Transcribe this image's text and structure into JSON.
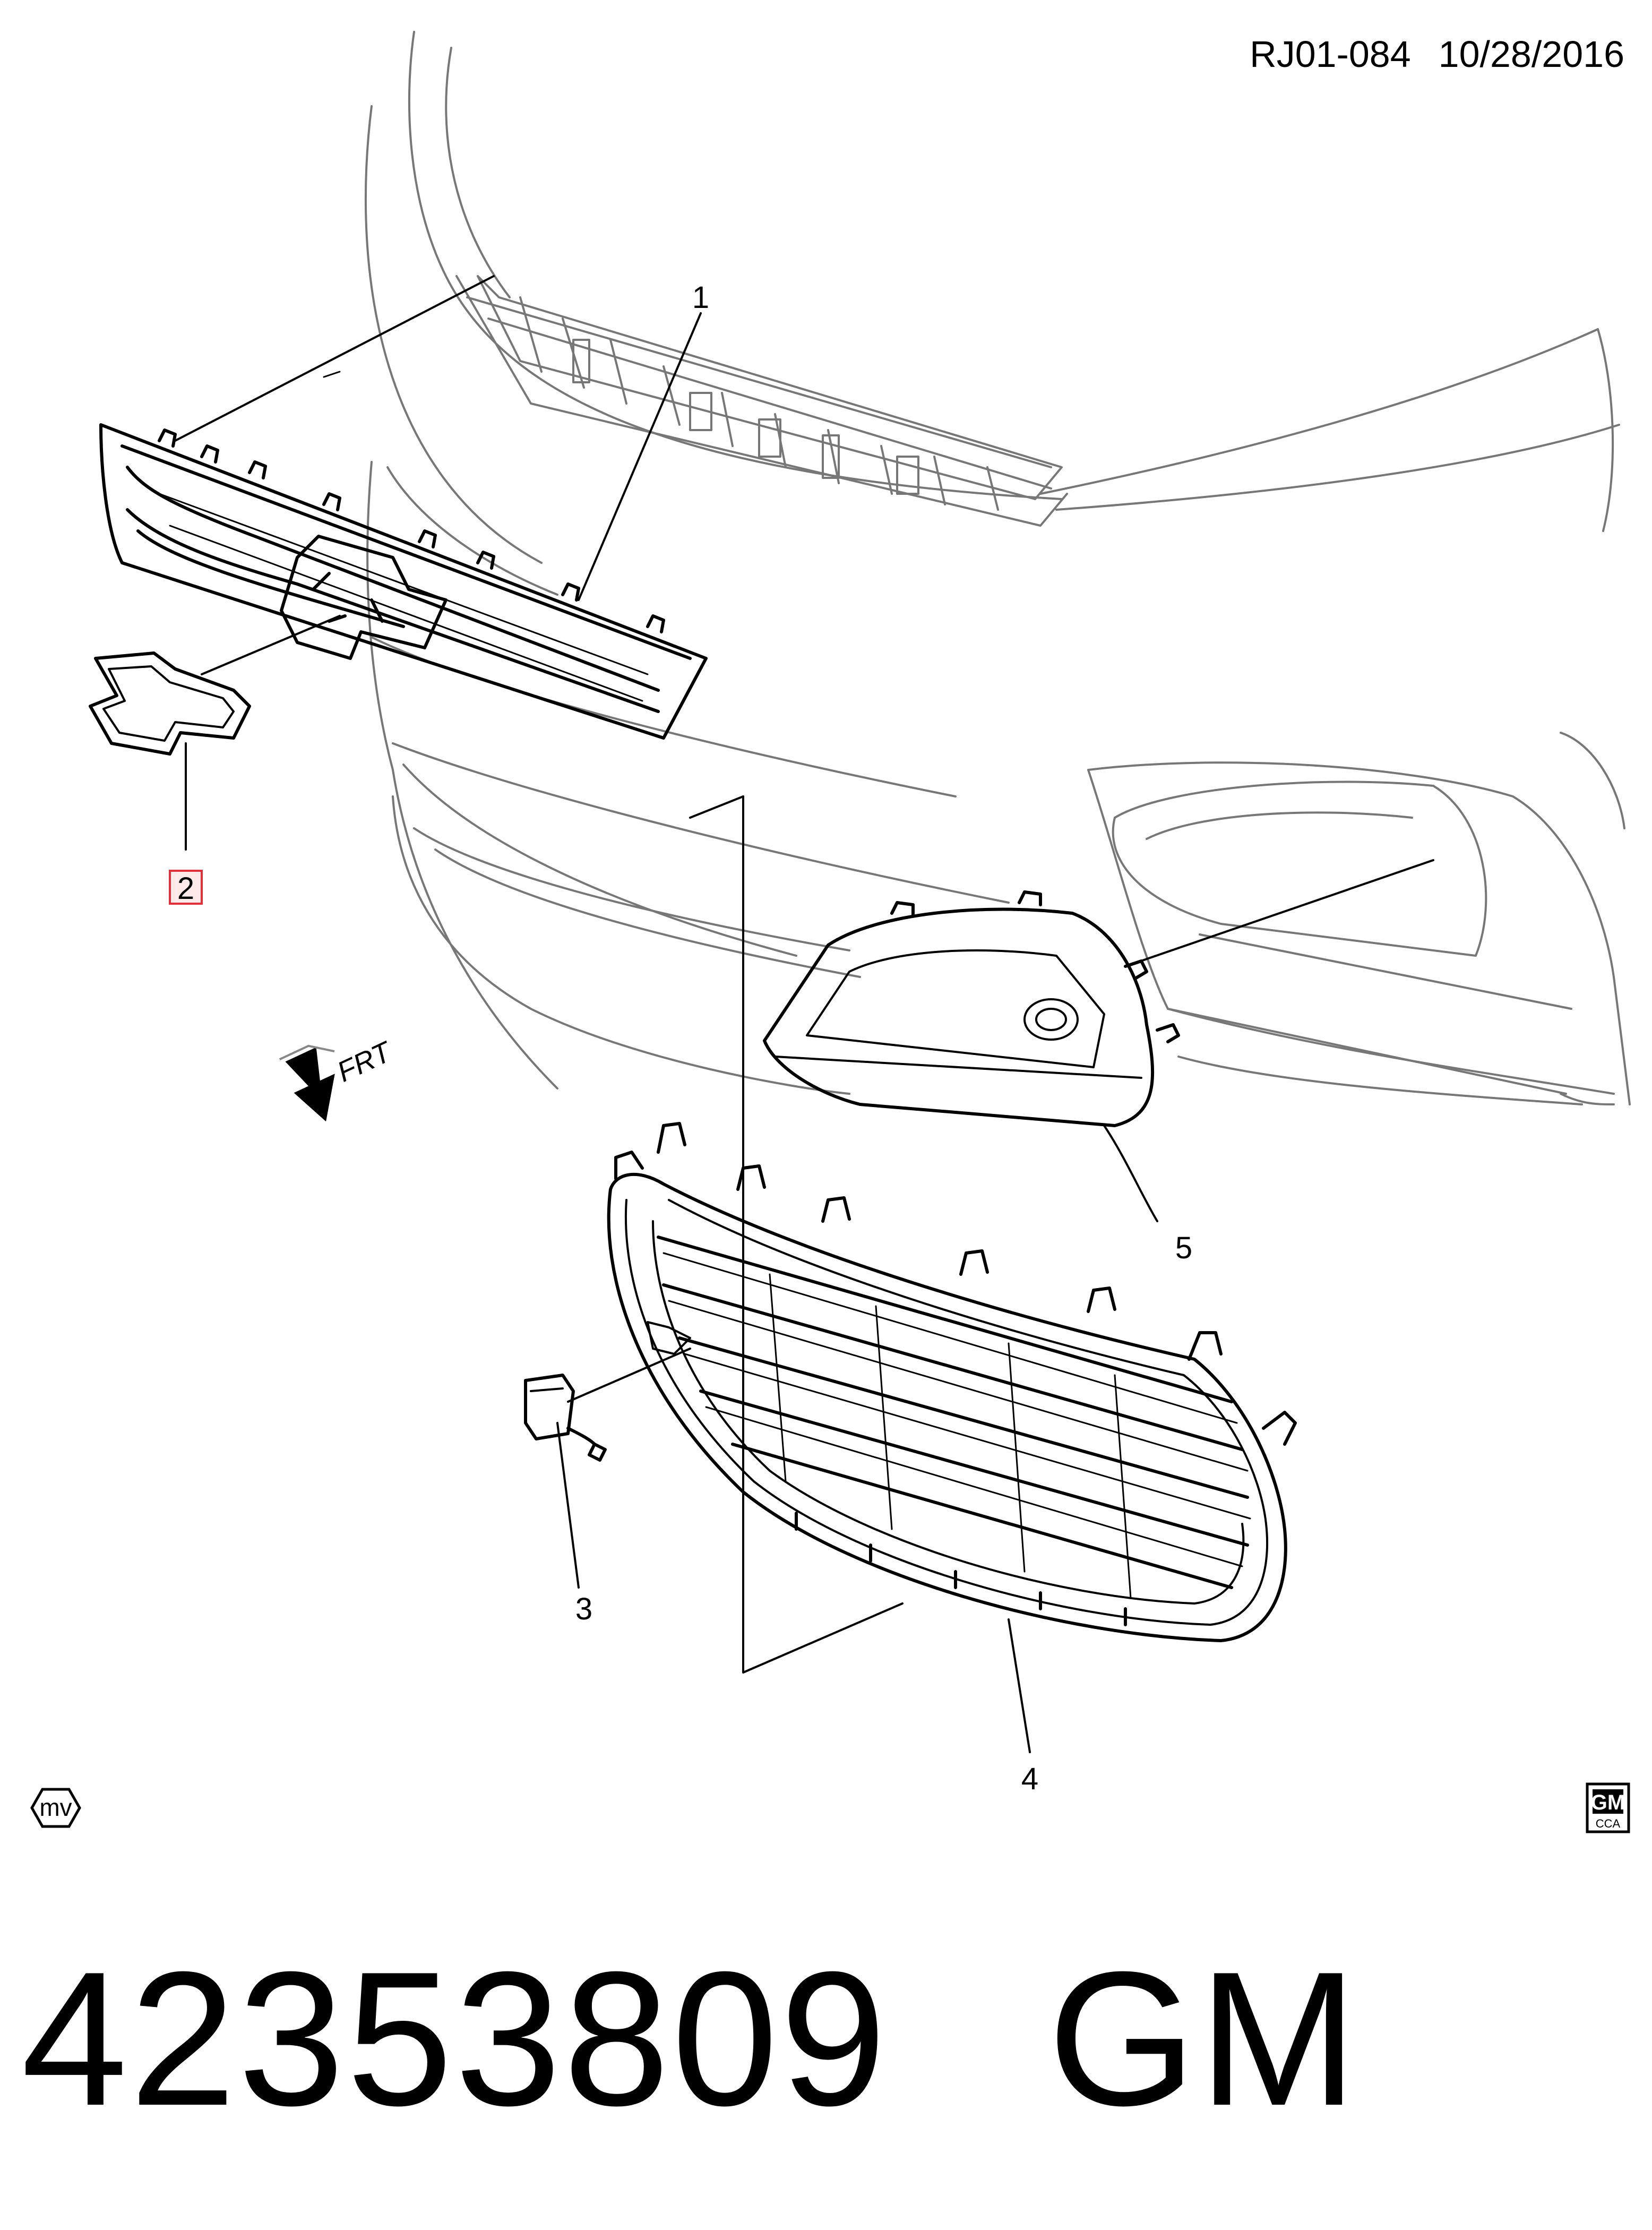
{
  "header": {
    "diagram_code": "RJ01-084",
    "date": "10/28/2016"
  },
  "callouts": [
    {
      "id": "1",
      "label": "1",
      "highlighted": false
    },
    {
      "id": "2",
      "label": "2",
      "highlighted": true
    },
    {
      "id": "3",
      "label": "3",
      "highlighted": false
    },
    {
      "id": "4",
      "label": "4",
      "highlighted": false
    },
    {
      "id": "5",
      "label": "5",
      "highlighted": false
    }
  ],
  "front_indicator": {
    "label": "FRT",
    "icon": "front-arrow-icon"
  },
  "badges": {
    "mv_label": "mv",
    "mv_icon": "mv-hexagon-icon",
    "gm_label": "GM",
    "gm_sub": "CCA",
    "gm_icon": "gm-cca-logo-icon"
  },
  "footer": {
    "part_number": "42353809",
    "brand": "GM"
  },
  "colors": {
    "line": "#000000",
    "highlight": "#e0303a",
    "background": "#ffffff"
  }
}
